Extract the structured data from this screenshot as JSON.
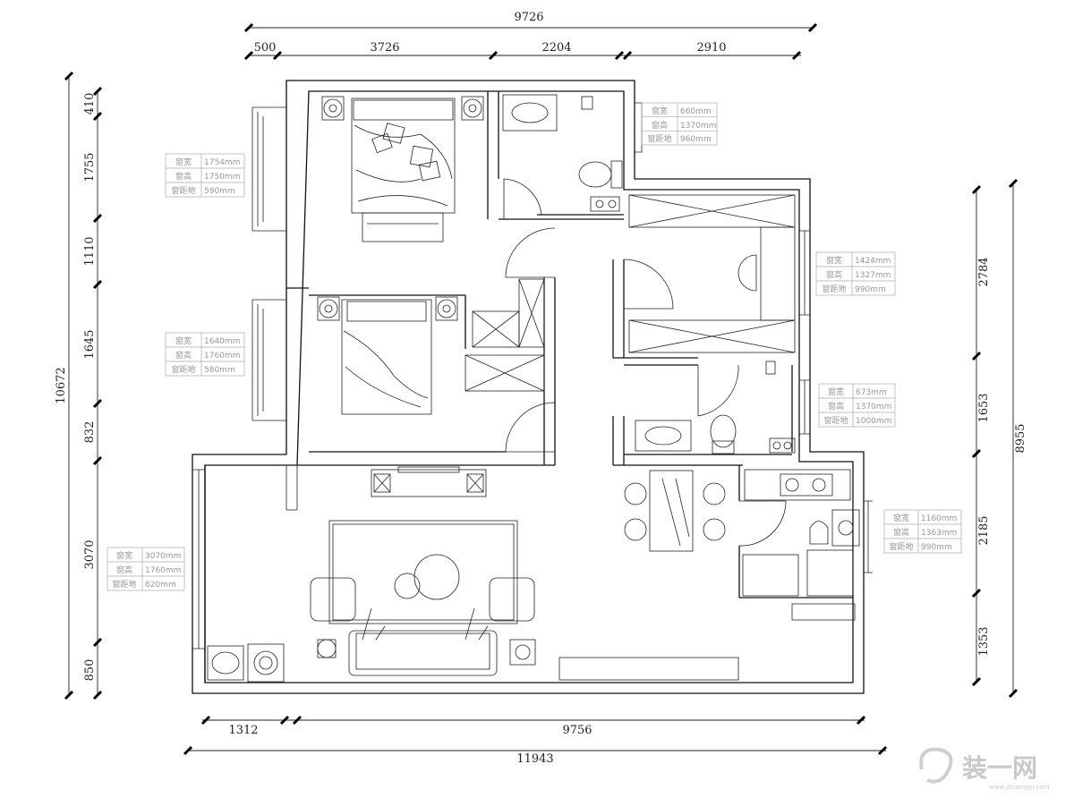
{
  "dimensions": {
    "top_overall": "9726",
    "top_parts": [
      "500",
      "3726",
      "2204",
      "2910"
    ],
    "left_overall": "10672",
    "left_parts": [
      "410",
      "1755",
      "1110",
      "1645",
      "832",
      "3070",
      "850"
    ],
    "right_overall": "8955",
    "right_parts": [
      "2784",
      "1653",
      "2185",
      "1353"
    ],
    "bottom_parts": [
      "1312",
      "9756"
    ],
    "bottom_overall": "11943"
  },
  "windows": [
    {
      "id": "bathroom-top",
      "rows": [
        [
          "窗宽",
          "660mm"
        ],
        [
          "窗高",
          "1370mm"
        ],
        [
          "窗距地",
          "960mm"
        ]
      ]
    },
    {
      "id": "master-bedroom",
      "rows": [
        [
          "窗宽",
          "1754mm"
        ],
        [
          "窗高",
          "1750mm"
        ],
        [
          "窗距地",
          "590mm"
        ]
      ]
    },
    {
      "id": "study",
      "rows": [
        [
          "窗宽",
          "1424mm"
        ],
        [
          "窗高",
          "1327mm"
        ],
        [
          "窗距地",
          "990mm"
        ]
      ]
    },
    {
      "id": "second-bedroom",
      "rows": [
        [
          "窗宽",
          "1640mm"
        ],
        [
          "窗高",
          "1760mm"
        ],
        [
          "窗距地",
          "580mm"
        ]
      ]
    },
    {
      "id": "bathroom-2",
      "rows": [
        [
          "窗宽",
          "673mm"
        ],
        [
          "窗高",
          "1370mm"
        ],
        [
          "窗距地",
          "1000mm"
        ]
      ]
    },
    {
      "id": "kitchen",
      "rows": [
        [
          "窗宽",
          "1160mm"
        ],
        [
          "窗高",
          "1363mm"
        ],
        [
          "窗距地",
          "990mm"
        ]
      ]
    },
    {
      "id": "balcony",
      "rows": [
        [
          "窗宽",
          "3070mm"
        ],
        [
          "窗高",
          "1760mm"
        ],
        [
          "窗距地",
          "620mm"
        ]
      ]
    }
  ],
  "watermark": {
    "brand": "装一网",
    "url": "www.zhuangyi.com"
  }
}
